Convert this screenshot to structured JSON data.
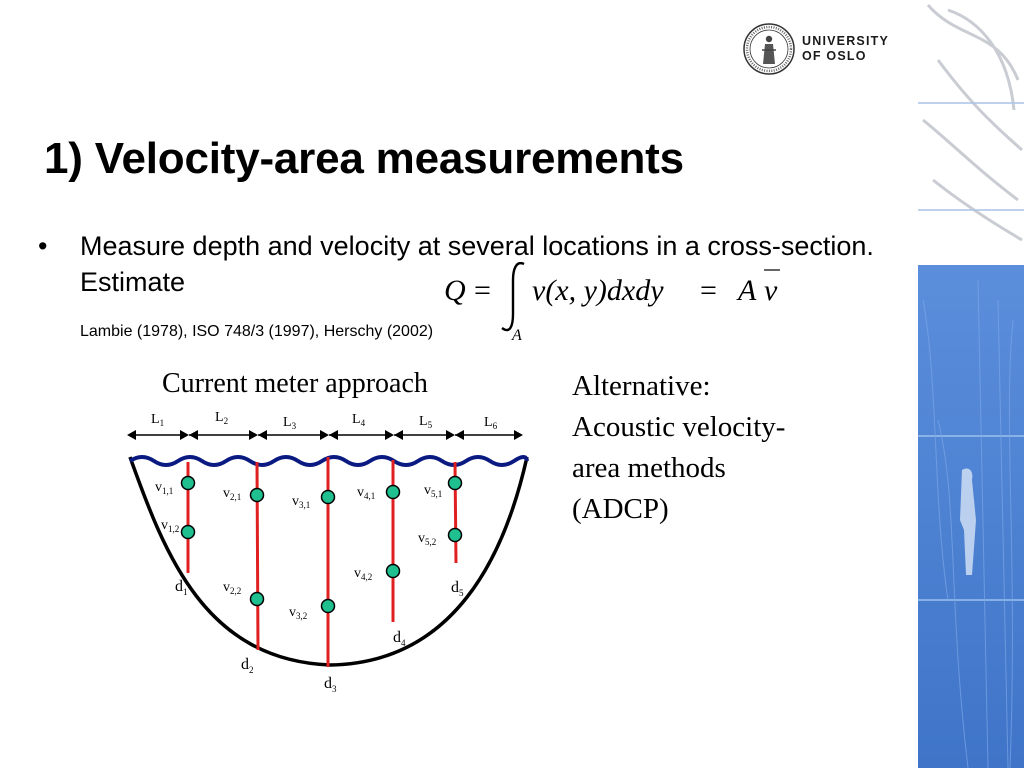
{
  "logo": {
    "line1": "UNIVERSITY",
    "line2": "OF OSLO",
    "icon": "university-seal-icon"
  },
  "title": "1) Velocity-area measurements",
  "bullet": {
    "marker": "•",
    "text": "Measure depth and velocity at several locations in a cross-section. Estimate"
  },
  "formula": {
    "Q": "Q",
    "eq1": "=",
    "integrand": "v(x, y)dxdy",
    "eq2": "=",
    "A": "A",
    "v": "v",
    "domain": "A"
  },
  "references": "Lambie (1978),  ISO 748/3 (1997), Herschy (2002)",
  "diagram": {
    "title": "Current meter approach",
    "widths": [
      {
        "main": "L",
        "sub": "1"
      },
      {
        "main": "L",
        "sub": "2"
      },
      {
        "main": "L",
        "sub": "3"
      },
      {
        "main": "L",
        "sub": "4"
      },
      {
        "main": "L",
        "sub": "5"
      },
      {
        "main": "L",
        "sub": "6"
      }
    ],
    "depths": [
      {
        "main": "d",
        "sub": "1"
      },
      {
        "main": "d",
        "sub": "2"
      },
      {
        "main": "d",
        "sub": "3"
      },
      {
        "main": "d",
        "sub": "4"
      },
      {
        "main": "d",
        "sub": "5"
      }
    ],
    "velocities": [
      {
        "main": "v",
        "sub": "1,1"
      },
      {
        "main": "v",
        "sub": "1,2"
      },
      {
        "main": "v",
        "sub": "2,1"
      },
      {
        "main": "v",
        "sub": "2,2"
      },
      {
        "main": "v",
        "sub": "3,1"
      },
      {
        "main": "v",
        "sub": "3,2"
      },
      {
        "main": "v",
        "sub": "4,1"
      },
      {
        "main": "v",
        "sub": "4,2"
      },
      {
        "main": "v",
        "sub": "5,1"
      },
      {
        "main": "v",
        "sub": "5,2"
      }
    ],
    "colors": {
      "verticals": "#e02020",
      "meters": "#1fbf8f",
      "water": "#0a1a80",
      "bed": "#000000"
    }
  },
  "alternative": {
    "lines": [
      "Alternative:",
      "Acoustic velocity-",
      "area methods",
      "(ADCP)"
    ]
  },
  "side_panel": {
    "colors": {
      "top": "#ffffff",
      "bottom": "#4f86d9"
    }
  }
}
